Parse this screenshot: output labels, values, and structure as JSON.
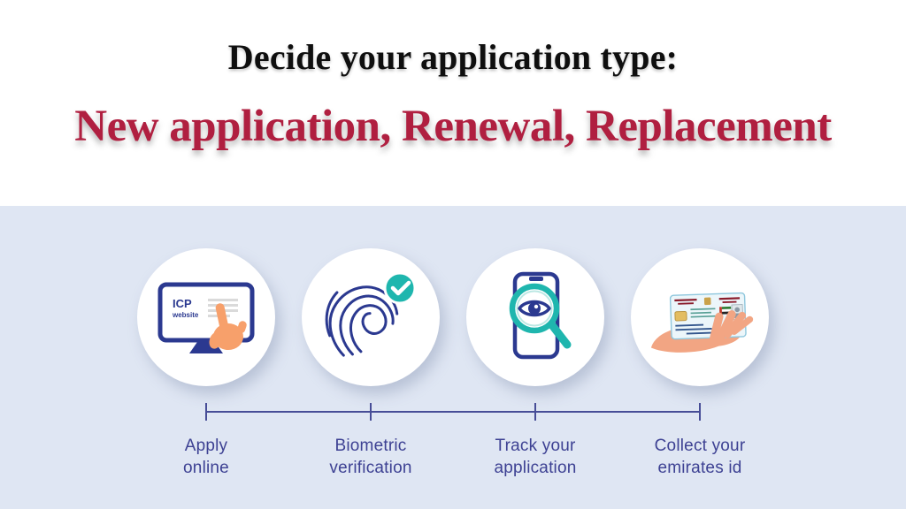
{
  "header": {
    "title": "Decide your application type:",
    "subtitle": "New application, Renewal, Replacement"
  },
  "steps": [
    {
      "icon": "monitor-cursor-icon",
      "label_line1": "Apply",
      "label_line2": "online",
      "screen_text_line1": "ICP",
      "screen_text_line2": "website"
    },
    {
      "icon": "fingerprint-check-icon",
      "label_line1": "Biometric",
      "label_line2": "verification"
    },
    {
      "icon": "phone-magnifier-eye-icon",
      "label_line1": "Track your",
      "label_line2": "application"
    },
    {
      "icon": "hand-id-card-icon",
      "label_line1": "Collect your",
      "label_line2": "emirates id"
    }
  ],
  "colors": {
    "background_blue": "#dfe6f3",
    "heading_black": "#0f0f0f",
    "heading_red": "#b01f40",
    "icon_navy": "#2b3990",
    "teal_accent": "#1fb6ae",
    "label_navy": "#3d4193",
    "timeline_navy": "#474d97",
    "cursor_orange": "#f7a06b",
    "hand_skin": "#f2a583"
  }
}
